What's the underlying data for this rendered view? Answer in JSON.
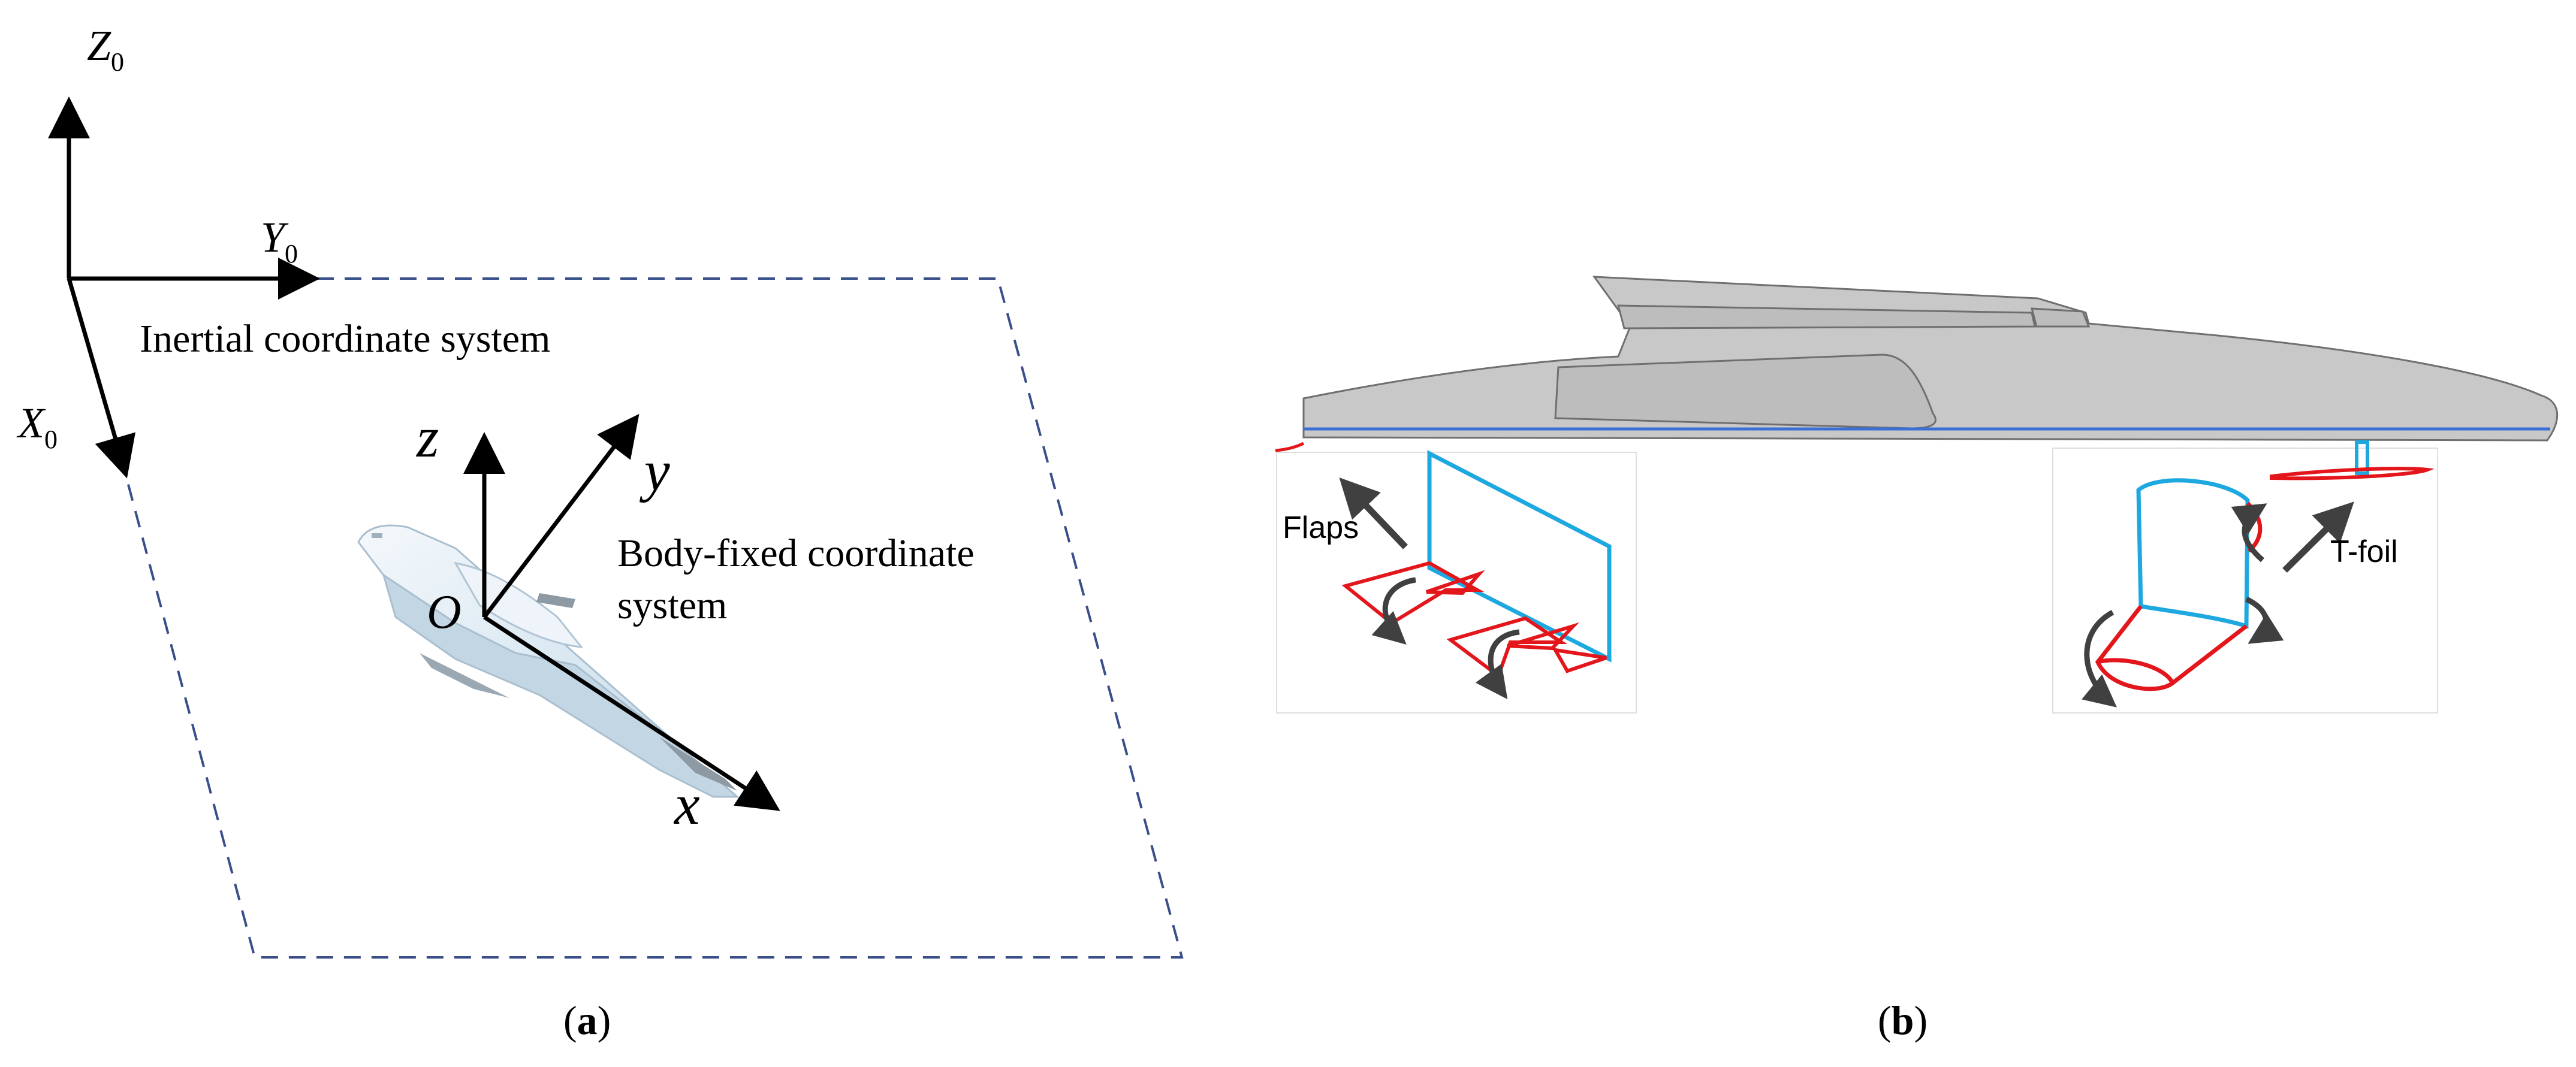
{
  "panel_a": {
    "axes": {
      "Z0": {
        "base": "Z",
        "sub": "0"
      },
      "Y0": {
        "base": "Y",
        "sub": "0"
      },
      "X0": {
        "base": "X",
        "sub": "0"
      },
      "z": "z",
      "y": "y",
      "x": "x",
      "origin": "O"
    },
    "inertial_label": "Inertial coordinate system",
    "body_label_line1": "Body-fixed coordinate",
    "body_label_line2": "system",
    "caption_open": "(",
    "caption_letter": "a",
    "caption_close": ")"
  },
  "panel_b": {
    "flaps_label": "Flaps",
    "tfoil_label": "T-foil",
    "caption_open": "(",
    "caption_letter": "b",
    "caption_close": ")"
  },
  "colors": {
    "plane_dash": "#3a4f8a",
    "axis": "#000000",
    "hull_fill": "#c8c8c8",
    "hull_stroke": "#6f6f6f",
    "waterline": "#3b6fd4",
    "strut": "#1ea8e0",
    "foil": "#e3161b",
    "arrow_grey": "#404040",
    "boat_light": "#dde9f2"
  }
}
